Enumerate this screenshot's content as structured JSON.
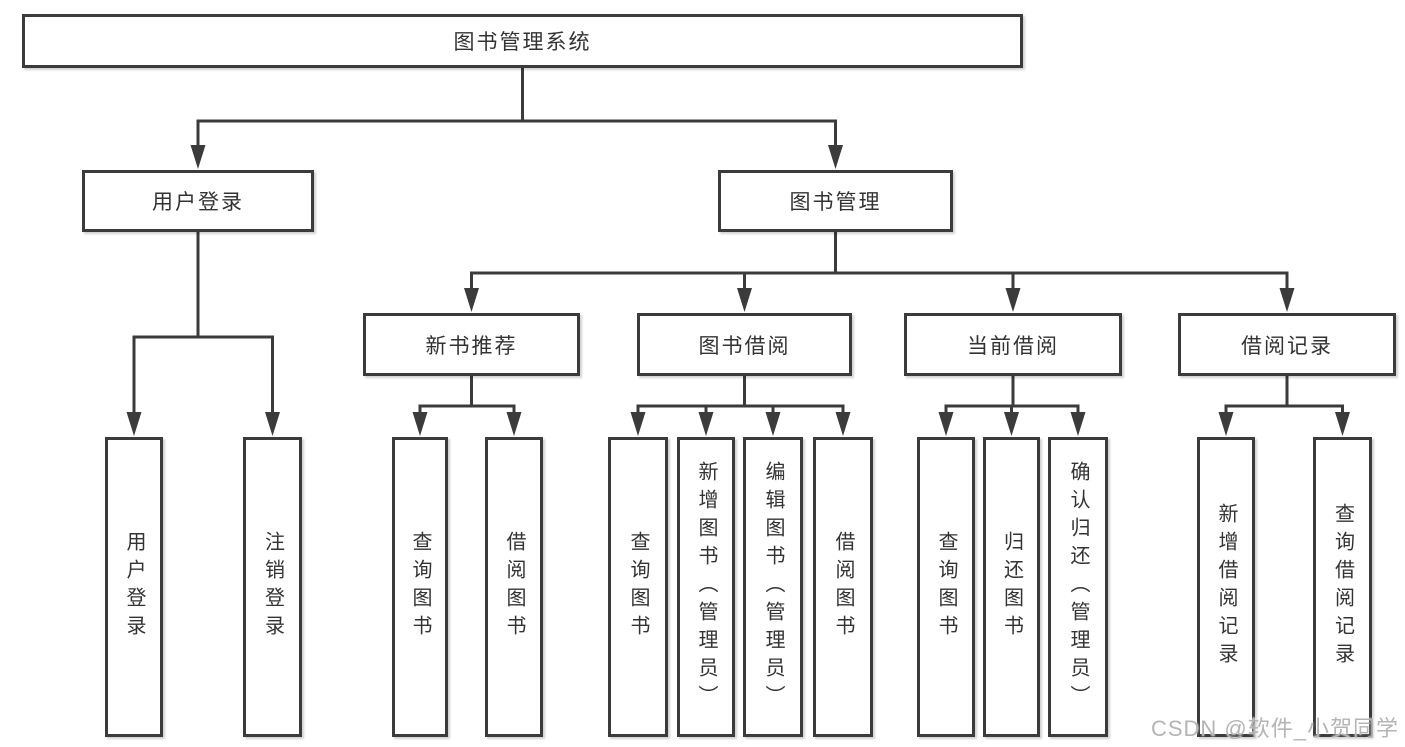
{
  "diagram": {
    "watermark": "CSDN @软件_小贺同学",
    "colors": {
      "line": "#3b3b3b",
      "box_border": "#3b3b3b",
      "text": "#333333",
      "background": "#ffffff",
      "watermark": "#b4b4b4"
    },
    "tree": {
      "id": "root",
      "label": "图书管理系统",
      "children": [
        {
          "id": "user-login",
          "label": "用户登录",
          "children": [
            {
              "id": "ul-login",
              "label": "用户登录",
              "vertical": true
            },
            {
              "id": "ul-logout",
              "label": "注销登录",
              "vertical": true
            }
          ]
        },
        {
          "id": "book-mgmt",
          "label": "图书管理",
          "children": [
            {
              "id": "new-book-rec",
              "label": "新书推荐",
              "children": [
                {
                  "id": "nbr-query",
                  "label": "查询图书",
                  "vertical": true
                },
                {
                  "id": "nbr-borrow",
                  "label": "借阅图书",
                  "vertical": true
                }
              ]
            },
            {
              "id": "book-borrow",
              "label": "图书借阅",
              "children": [
                {
                  "id": "bb-query",
                  "label": "查询图书",
                  "vertical": true
                },
                {
                  "id": "bb-add",
                  "label": "新增图书（管理员）",
                  "vertical": true
                },
                {
                  "id": "bb-edit",
                  "label": "编辑图书（管理员）",
                  "vertical": true
                },
                {
                  "id": "bb-borrow",
                  "label": "借阅图书",
                  "vertical": true
                }
              ]
            },
            {
              "id": "current-borrow",
              "label": "当前借阅",
              "children": [
                {
                  "id": "cb-query",
                  "label": "查询图书",
                  "vertical": true
                },
                {
                  "id": "cb-return",
                  "label": "归还图书",
                  "vertical": true
                },
                {
                  "id": "cb-confirm",
                  "label": "确认归还（管理员）",
                  "vertical": true
                }
              ]
            },
            {
              "id": "borrow-records",
              "label": "借阅记录",
              "children": [
                {
                  "id": "br-add",
                  "label": "新增借阅记录",
                  "vertical": true
                },
                {
                  "id": "br-query",
                  "label": "查询借阅记录",
                  "vertical": true
                }
              ]
            }
          ]
        }
      ]
    }
  }
}
